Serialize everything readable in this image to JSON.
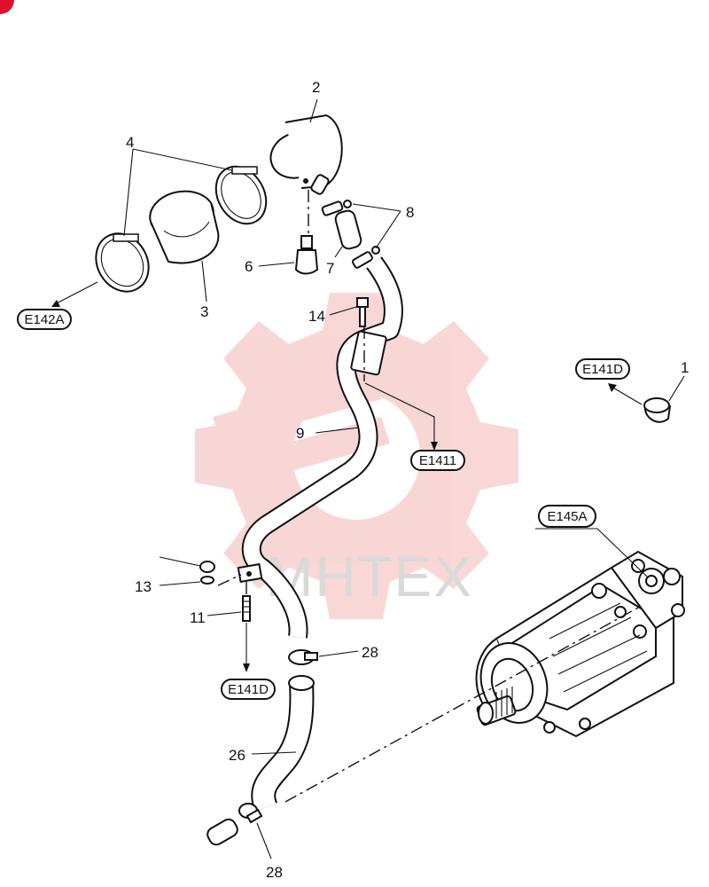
{
  "watermark": {
    "text": "MHTEX",
    "gear_color": "#f4b6b6"
  },
  "corner_color": "#e0102a",
  "part_numbers": {
    "p1": "1",
    "p2": "2",
    "p3": "3",
    "p4": "4",
    "p6": "6",
    "p7": "7",
    "p8": "8",
    "p9": "9",
    "p11": "11",
    "p13": "13",
    "p14": "14",
    "p26": "26",
    "p28a": "28",
    "p28b": "28"
  },
  "references": {
    "e142a": "E142A",
    "e141d_top": "E141D",
    "e1411": "E1411",
    "e145a": "E145A",
    "e141d_bottom": "E141D"
  }
}
